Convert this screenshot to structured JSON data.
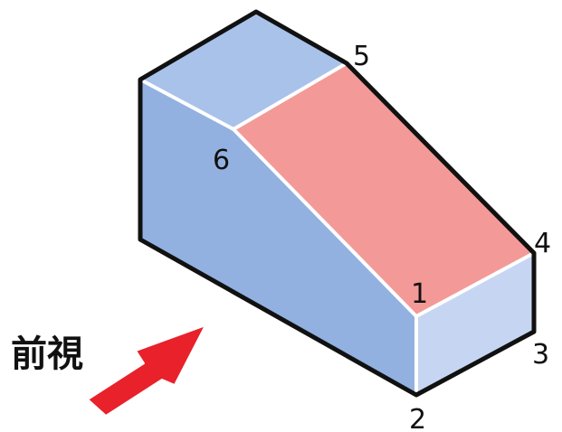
{
  "vertex_labels": {
    "v1": "1",
    "v2": "2",
    "v3": "3",
    "v4": "4",
    "v5": "5",
    "v6": "6"
  },
  "view_label": "前視",
  "colors": {
    "left_face": "#92b1e0",
    "top_face": "#a9c2ea",
    "slanted_face": "#f39a98",
    "front_face": "#c6d6f2",
    "outline": "#111111",
    "inner_edge": "#ffffff",
    "arrow": "#e8212b",
    "arrow_outline": "#ffffff"
  }
}
